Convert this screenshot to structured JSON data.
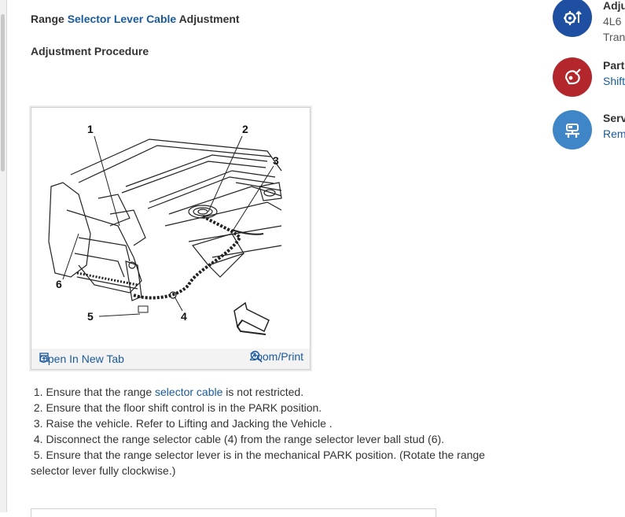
{
  "article": {
    "title_prefix": "Range ",
    "title_link": "Selector Lever Cable",
    "title_suffix": " Adjustment",
    "subtitle": "Adjustment Procedure"
  },
  "figure": {
    "callouts": [
      "1",
      "2",
      "3",
      "4",
      "5",
      "6"
    ],
    "open_tab_label": "Open In New Tab",
    "zoom_label": "Zoom/Print"
  },
  "steps": [
    {
      "num": "1.",
      "pre": "Ensure that the range ",
      "link": "selector cable",
      "post": " is not restricted."
    },
    {
      "num": "2.",
      "text": "Ensure that the floor shift control is in the PARK position."
    },
    {
      "num": "3.",
      "text": "Raise the vehicle. Refer to Lifting and Jacking the Vehicle ."
    },
    {
      "num": "4.",
      "text": "Disconnect the range selector cable (4) from the range selector lever ball stud (6)."
    },
    {
      "num": "5.",
      "text": "Ensure that the range selector lever is in the mechanical PARK position. (Rotate the range selector lever fully clockwise.)"
    }
  ],
  "sidebar": {
    "items": [
      {
        "title": "Adju",
        "line1": "4L6",
        "line2": "Tran",
        "color": "#1f4fa0"
      },
      {
        "title": "Part",
        "link": "Shift",
        "color": "#b3272c"
      },
      {
        "title": "Serv",
        "link": "Rem",
        "color": "#3f86c8"
      }
    ]
  }
}
